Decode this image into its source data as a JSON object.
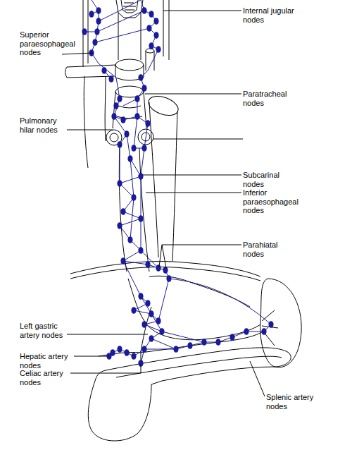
{
  "diagram": {
    "labels": [
      "Superior paraesophageal nodes",
      "Internal jugular nodes",
      "Paratracheal nodes",
      "Pulmonary hilar nodes",
      "Subcarinal nodes",
      "Inferior paraesophageal nodes",
      "Parahiatal nodes",
      "Left gastric artery nodes",
      "Hepatic artery nodes",
      "Celiac artery nodes",
      "Splenic artery nodes"
    ]
  }
}
